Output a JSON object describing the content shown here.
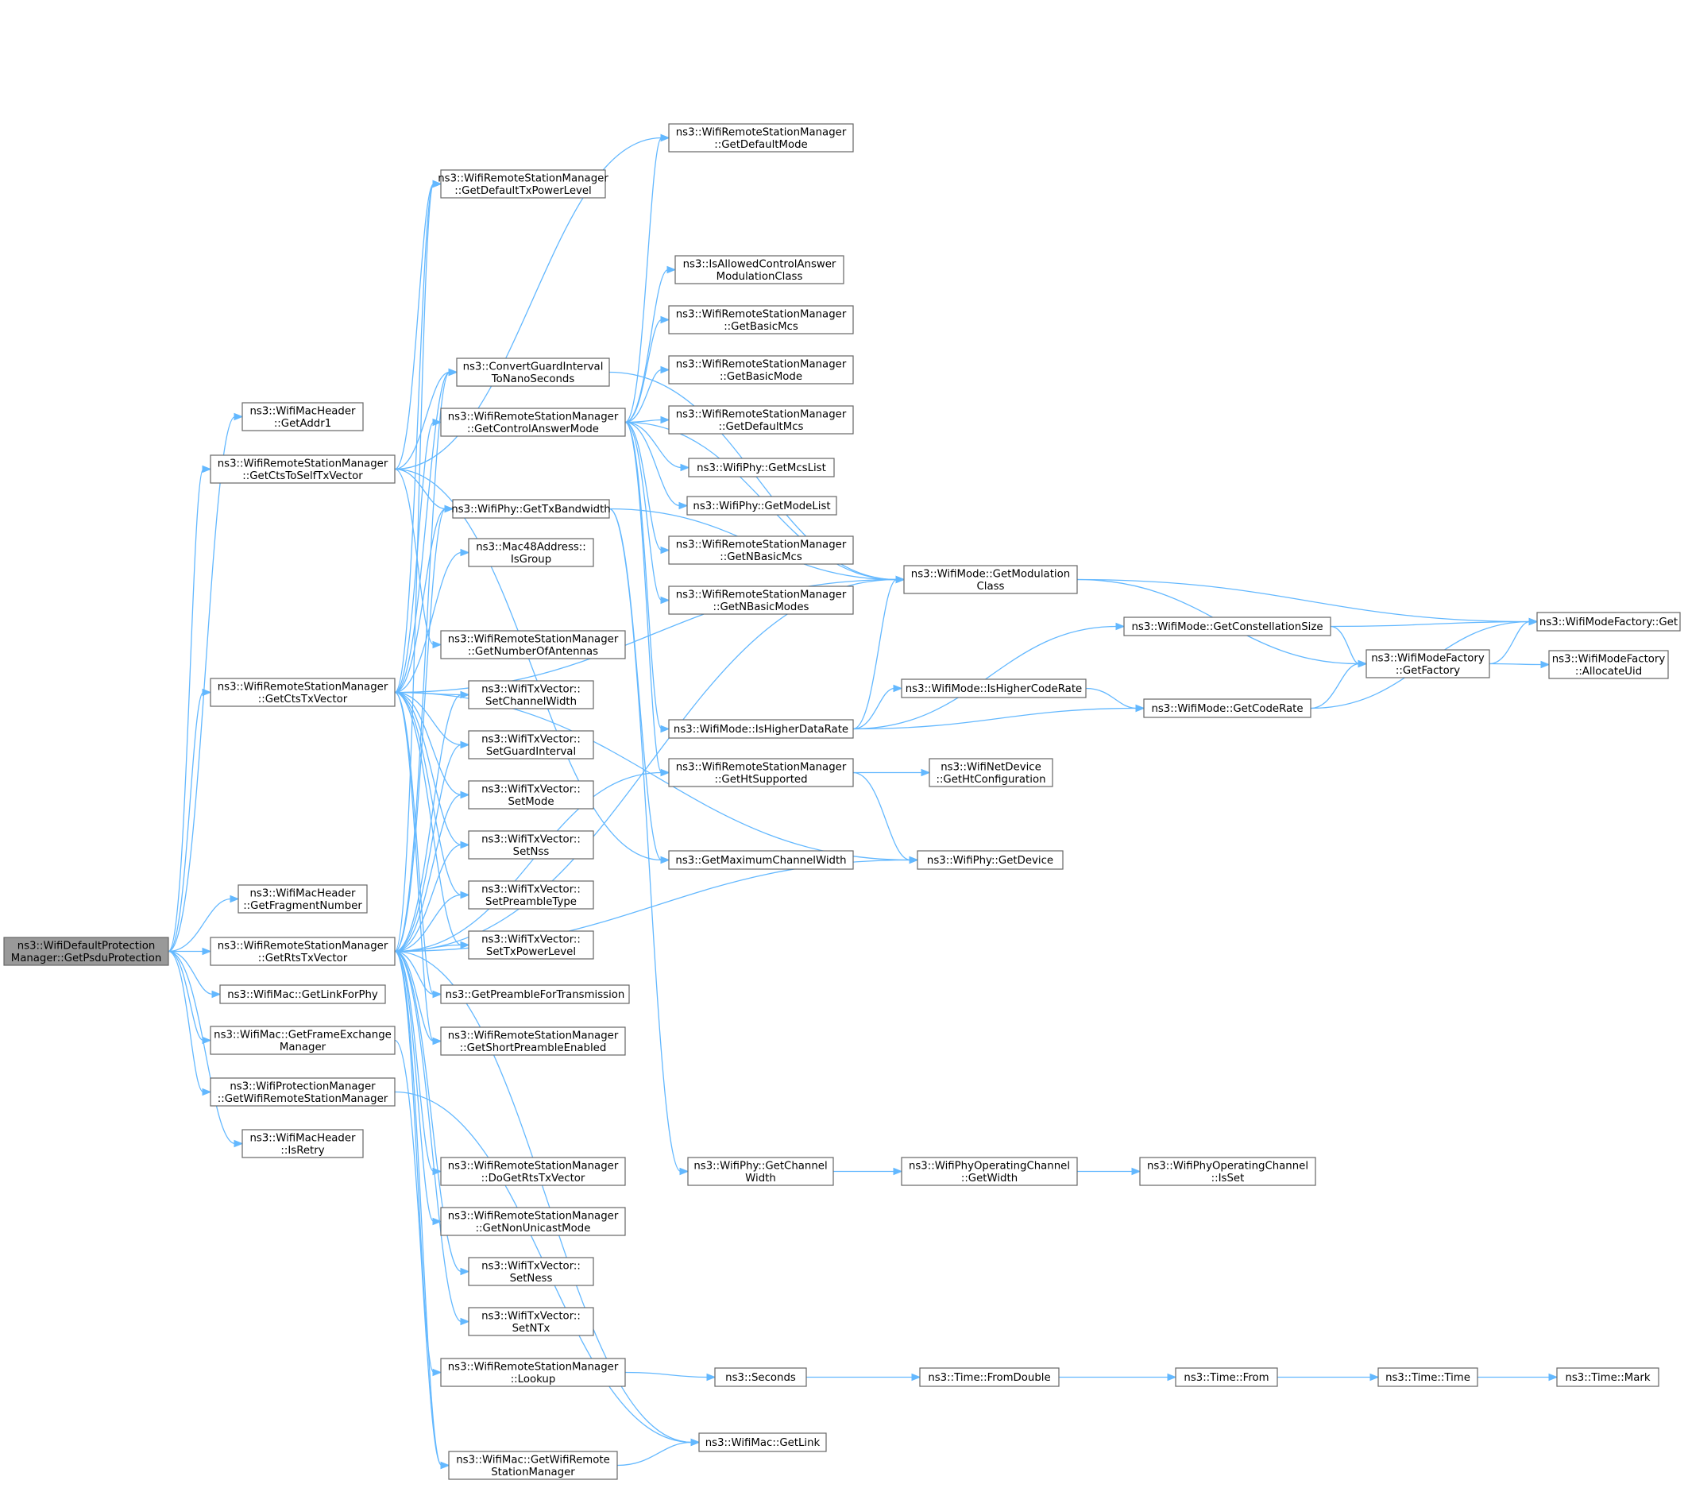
{
  "graph": {
    "edge_color": "#63b8ff",
    "node_border_color": "#666666",
    "root_fill_color": "#999999",
    "nodes": [
      {
        "id": "root",
        "lines": [
          "ns3::WifiDefaultProtection",
          "Manager::GetPsduProtection"
        ],
        "root": true
      },
      {
        "id": "getAddr1",
        "lines": [
          "ns3::WifiMacHeader",
          "::GetAddr1"
        ]
      },
      {
        "id": "ctsToSelf",
        "lines": [
          "ns3::WifiRemoteStationManager",
          "::GetCtsToSelfTxVector"
        ]
      },
      {
        "id": "ctsTx",
        "lines": [
          "ns3::WifiRemoteStationManager",
          "::GetCtsTxVector"
        ]
      },
      {
        "id": "fragNum",
        "lines": [
          "ns3::WifiMacHeader",
          "::GetFragmentNumber"
        ]
      },
      {
        "id": "rtsTx",
        "lines": [
          "ns3::WifiRemoteStationManager",
          "::GetRtsTxVector"
        ]
      },
      {
        "id": "linkForPhy",
        "lines": [
          "ns3::WifiMac::GetLinkForPhy"
        ]
      },
      {
        "id": "fem",
        "lines": [
          "ns3::WifiMac::GetFrameExchange",
          "Manager"
        ]
      },
      {
        "id": "protWrsm",
        "lines": [
          "ns3::WifiProtectionManager",
          "::GetWifiRemoteStationManager"
        ]
      },
      {
        "id": "isRetry",
        "lines": [
          "ns3::WifiMacHeader",
          "::IsRetry"
        ]
      },
      {
        "id": "defTxPower",
        "lines": [
          "ns3::WifiRemoteStationManager",
          "::GetDefaultTxPowerLevel"
        ]
      },
      {
        "id": "convGI",
        "lines": [
          "ns3::ConvertGuardInterval",
          "ToNanoSeconds"
        ]
      },
      {
        "id": "ctrlAnswer",
        "lines": [
          "ns3::WifiRemoteStationManager",
          "::GetControlAnswerMode"
        ]
      },
      {
        "id": "txBw",
        "lines": [
          "ns3::WifiPhy::GetTxBandwidth"
        ]
      },
      {
        "id": "isGroup",
        "lines": [
          "ns3::Mac48Address::",
          "IsGroup"
        ]
      },
      {
        "id": "numAnt",
        "lines": [
          "ns3::WifiRemoteStationManager",
          "::GetNumberOfAntennas"
        ]
      },
      {
        "id": "setCw",
        "lines": [
          "ns3::WifiTxVector::",
          "SetChannelWidth"
        ]
      },
      {
        "id": "setGi",
        "lines": [
          "ns3::WifiTxVector::",
          "SetGuardInterval"
        ]
      },
      {
        "id": "setMode",
        "lines": [
          "ns3::WifiTxVector::",
          "SetMode"
        ]
      },
      {
        "id": "setNss",
        "lines": [
          "ns3::WifiTxVector::",
          "SetNss"
        ]
      },
      {
        "id": "setPre",
        "lines": [
          "ns3::WifiTxVector::",
          "SetPreambleType"
        ]
      },
      {
        "id": "setTxp",
        "lines": [
          "ns3::WifiTxVector::",
          "SetTxPowerLevel"
        ]
      },
      {
        "id": "preTx",
        "lines": [
          "ns3::GetPreambleForTransmission"
        ]
      },
      {
        "id": "shortPre",
        "lines": [
          "ns3::WifiRemoteStationManager",
          "::GetShortPreambleEnabled"
        ]
      },
      {
        "id": "doRts",
        "lines": [
          "ns3::WifiRemoteStationManager",
          "::DoGetRtsTxVector"
        ]
      },
      {
        "id": "nonUni",
        "lines": [
          "ns3::WifiRemoteStationManager",
          "::GetNonUnicastMode"
        ]
      },
      {
        "id": "setNess",
        "lines": [
          "ns3::WifiTxVector::",
          "SetNess"
        ]
      },
      {
        "id": "setNtx",
        "lines": [
          "ns3::WifiTxVector::",
          "SetNTx"
        ]
      },
      {
        "id": "lookup",
        "lines": [
          "ns3::WifiRemoteStationManager",
          "::Lookup"
        ]
      },
      {
        "id": "macWrsm",
        "lines": [
          "ns3::WifiMac::GetWifiRemote",
          "StationManager"
        ]
      },
      {
        "id": "defMode",
        "lines": [
          "ns3::WifiRemoteStationManager",
          "::GetDefaultMode"
        ]
      },
      {
        "id": "isAllowed",
        "lines": [
          "ns3::IsAllowedControlAnswer",
          "ModulationClass"
        ]
      },
      {
        "id": "basicMcs",
        "lines": [
          "ns3::WifiRemoteStationManager",
          "::GetBasicMcs"
        ]
      },
      {
        "id": "basicMode",
        "lines": [
          "ns3::WifiRemoteStationManager",
          "::GetBasicMode"
        ]
      },
      {
        "id": "defMcs",
        "lines": [
          "ns3::WifiRemoteStationManager",
          "::GetDefaultMcs"
        ]
      },
      {
        "id": "mcsList",
        "lines": [
          "ns3::WifiPhy::GetMcsList"
        ]
      },
      {
        "id": "modeList",
        "lines": [
          "ns3::WifiPhy::GetModeList"
        ]
      },
      {
        "id": "nBasicMcs",
        "lines": [
          "ns3::WifiRemoteStationManager",
          "::GetNBasicMcs"
        ]
      },
      {
        "id": "nBasicModes",
        "lines": [
          "ns3::WifiRemoteStationManager",
          "::GetNBasicModes"
        ]
      },
      {
        "id": "isHigherDR",
        "lines": [
          "ns3::WifiMode::IsHigherDataRate"
        ]
      },
      {
        "id": "htSupported",
        "lines": [
          "ns3::WifiRemoteStationManager",
          "::GetHtSupported"
        ]
      },
      {
        "id": "maxCw",
        "lines": [
          "ns3::GetMaximumChannelWidth"
        ]
      },
      {
        "id": "chanWidth",
        "lines": [
          "ns3::WifiPhy::GetChannel",
          "Width"
        ]
      },
      {
        "id": "seconds",
        "lines": [
          "ns3::Seconds"
        ]
      },
      {
        "id": "getLink",
        "lines": [
          "ns3::WifiMac::GetLink"
        ]
      },
      {
        "id": "modClass",
        "lines": [
          "ns3::WifiMode::GetModulation",
          "Class"
        ]
      },
      {
        "id": "getDevice",
        "lines": [
          "ns3::WifiPhy::GetDevice"
        ]
      },
      {
        "id": "htConfig",
        "lines": [
          "ns3::WifiNetDevice",
          "::GetHtConfiguration"
        ]
      },
      {
        "id": "opWidth",
        "lines": [
          "ns3::WifiPhyOperatingChannel",
          "::GetWidth"
        ]
      },
      {
        "id": "fromDouble",
        "lines": [
          "ns3::Time::FromDouble"
        ]
      },
      {
        "id": "constSize",
        "lines": [
          "ns3::WifiMode::GetConstellationSize"
        ]
      },
      {
        "id": "isHigherCR",
        "lines": [
          "ns3::WifiMode::IsHigherCodeRate"
        ]
      },
      {
        "id": "codeRate",
        "lines": [
          "ns3::WifiMode::GetCodeRate"
        ]
      },
      {
        "id": "opIsSet",
        "lines": [
          "ns3::WifiPhyOperatingChannel",
          "::IsSet"
        ]
      },
      {
        "id": "timeFrom",
        "lines": [
          "ns3::Time::From"
        ]
      },
      {
        "id": "getFactory",
        "lines": [
          "ns3::WifiModeFactory",
          "::GetFactory"
        ]
      },
      {
        "id": "timeTime",
        "lines": [
          "ns3::Time::Time"
        ]
      },
      {
        "id": "factoryGet",
        "lines": [
          "ns3::WifiModeFactory::Get"
        ]
      },
      {
        "id": "allocUid",
        "lines": [
          "ns3::WifiModeFactory",
          "::AllocateUid"
        ]
      },
      {
        "id": "timeMark",
        "lines": [
          "ns3::Time::Mark"
        ]
      }
    ],
    "edges": [
      [
        "root",
        "getAddr1"
      ],
      [
        "root",
        "ctsToSelf"
      ],
      [
        "root",
        "ctsTx"
      ],
      [
        "root",
        "fragNum"
      ],
      [
        "root",
        "rtsTx"
      ],
      [
        "root",
        "linkForPhy"
      ],
      [
        "root",
        "fem"
      ],
      [
        "root",
        "protWrsm"
      ],
      [
        "root",
        "isRetry"
      ],
      [
        "ctsToSelf",
        "defMode"
      ],
      [
        "ctsToSelf",
        "defTxPower"
      ],
      [
        "ctsToSelf",
        "numAnt"
      ],
      [
        "ctsToSelf",
        "txBw"
      ],
      [
        "ctsToSelf",
        "convGI"
      ],
      [
        "ctsToSelf",
        "maxCw"
      ],
      [
        "ctsTx",
        "defTxPower"
      ],
      [
        "ctsTx",
        "convGI"
      ],
      [
        "ctsTx",
        "ctrlAnswer"
      ],
      [
        "ctsTx",
        "txBw"
      ],
      [
        "ctsTx",
        "isGroup"
      ],
      [
        "ctsTx",
        "setCw"
      ],
      [
        "ctsTx",
        "setGi"
      ],
      [
        "ctsTx",
        "setMode"
      ],
      [
        "ctsTx",
        "setNss"
      ],
      [
        "ctsTx",
        "setPre"
      ],
      [
        "ctsTx",
        "setTxp"
      ],
      [
        "ctsTx",
        "preTx"
      ],
      [
        "ctsTx",
        "shortPre"
      ],
      [
        "ctsTx",
        "modClass"
      ],
      [
        "ctsTx",
        "getDevice"
      ],
      [
        "rtsTx",
        "defTxPower"
      ],
      [
        "rtsTx",
        "convGI"
      ],
      [
        "rtsTx",
        "txBw"
      ],
      [
        "rtsTx",
        "setCw"
      ],
      [
        "rtsTx",
        "setGi"
      ],
      [
        "rtsTx",
        "setMode"
      ],
      [
        "rtsTx",
        "setNss"
      ],
      [
        "rtsTx",
        "setPre"
      ],
      [
        "rtsTx",
        "setTxp"
      ],
      [
        "rtsTx",
        "preTx"
      ],
      [
        "rtsTx",
        "shortPre"
      ],
      [
        "rtsTx",
        "doRts"
      ],
      [
        "rtsTx",
        "nonUni"
      ],
      [
        "rtsTx",
        "setNess"
      ],
      [
        "rtsTx",
        "setNtx"
      ],
      [
        "rtsTx",
        "lookup"
      ],
      [
        "rtsTx",
        "macWrsm"
      ],
      [
        "rtsTx",
        "getLink"
      ],
      [
        "rtsTx",
        "getDevice"
      ],
      [
        "rtsTx",
        "htSupported"
      ],
      [
        "rtsTx",
        "modClass"
      ],
      [
        "fem",
        "macWrsm"
      ],
      [
        "protWrsm",
        "getLink"
      ],
      [
        "convGI",
        "modClass"
      ],
      [
        "ctrlAnswer",
        "defMode"
      ],
      [
        "ctrlAnswer",
        "isAllowed"
      ],
      [
        "ctrlAnswer",
        "basicMcs"
      ],
      [
        "ctrlAnswer",
        "basicMode"
      ],
      [
        "ctrlAnswer",
        "defMcs"
      ],
      [
        "ctrlAnswer",
        "mcsList"
      ],
      [
        "ctrlAnswer",
        "modeList"
      ],
      [
        "ctrlAnswer",
        "nBasicMcs"
      ],
      [
        "ctrlAnswer",
        "nBasicModes"
      ],
      [
        "ctrlAnswer",
        "isHigherDR"
      ],
      [
        "ctrlAnswer",
        "htSupported"
      ],
      [
        "ctrlAnswer",
        "modClass"
      ],
      [
        "txBw",
        "chanWidth"
      ],
      [
        "txBw",
        "maxCw"
      ],
      [
        "txBw",
        "modClass"
      ],
      [
        "isHigherDR",
        "modClass"
      ],
      [
        "isHigherDR",
        "constSize"
      ],
      [
        "isHigherDR",
        "isHigherCR"
      ],
      [
        "isHigherDR",
        "codeRate"
      ],
      [
        "htSupported",
        "htConfig"
      ],
      [
        "htSupported",
        "getDevice"
      ],
      [
        "chanWidth",
        "opWidth"
      ],
      [
        "opWidth",
        "opIsSet"
      ],
      [
        "lookup",
        "seconds"
      ],
      [
        "seconds",
        "fromDouble"
      ],
      [
        "fromDouble",
        "timeFrom"
      ],
      [
        "timeFrom",
        "timeTime"
      ],
      [
        "timeTime",
        "timeMark"
      ],
      [
        "macWrsm",
        "getLink"
      ],
      [
        "modClass",
        "factoryGet"
      ],
      [
        "modClass",
        "getFactory"
      ],
      [
        "constSize",
        "factoryGet"
      ],
      [
        "constSize",
        "getFactory"
      ],
      [
        "isHigherCR",
        "codeRate"
      ],
      [
        "codeRate",
        "getFactory"
      ],
      [
        "codeRate",
        "factoryGet"
      ],
      [
        "getFactory",
        "factoryGet"
      ],
      [
        "getFactory",
        "allocUid"
      ]
    ]
  }
}
